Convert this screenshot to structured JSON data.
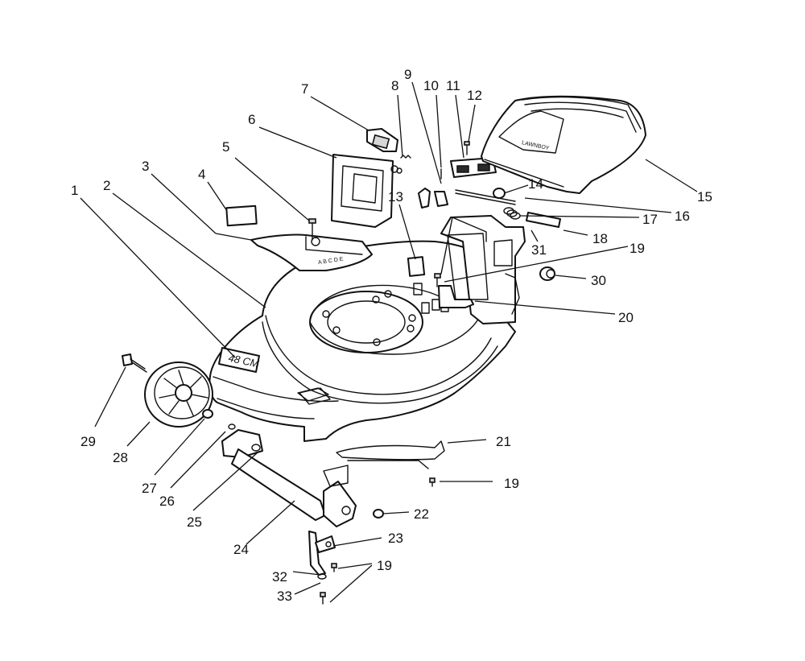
{
  "deck_marking": "48 CM",
  "plate_marking": "A B C D E",
  "shroud_badge": "LAWNBOY",
  "callouts": [
    "1",
    "2",
    "3",
    "4",
    "5",
    "6",
    "7",
    "8",
    "9",
    "10",
    "11",
    "12",
    "13",
    "14",
    "15",
    "16",
    "17",
    "18",
    "19",
    "20",
    "21",
    "22",
    "23",
    "24",
    "25",
    "26",
    "27",
    "28",
    "29",
    "30",
    "31",
    "32",
    "33"
  ],
  "callouts_repeat": {
    "19_b": "19",
    "19_c": "19"
  },
  "colors": {
    "line": "#111111",
    "background": "#ffffff"
  }
}
